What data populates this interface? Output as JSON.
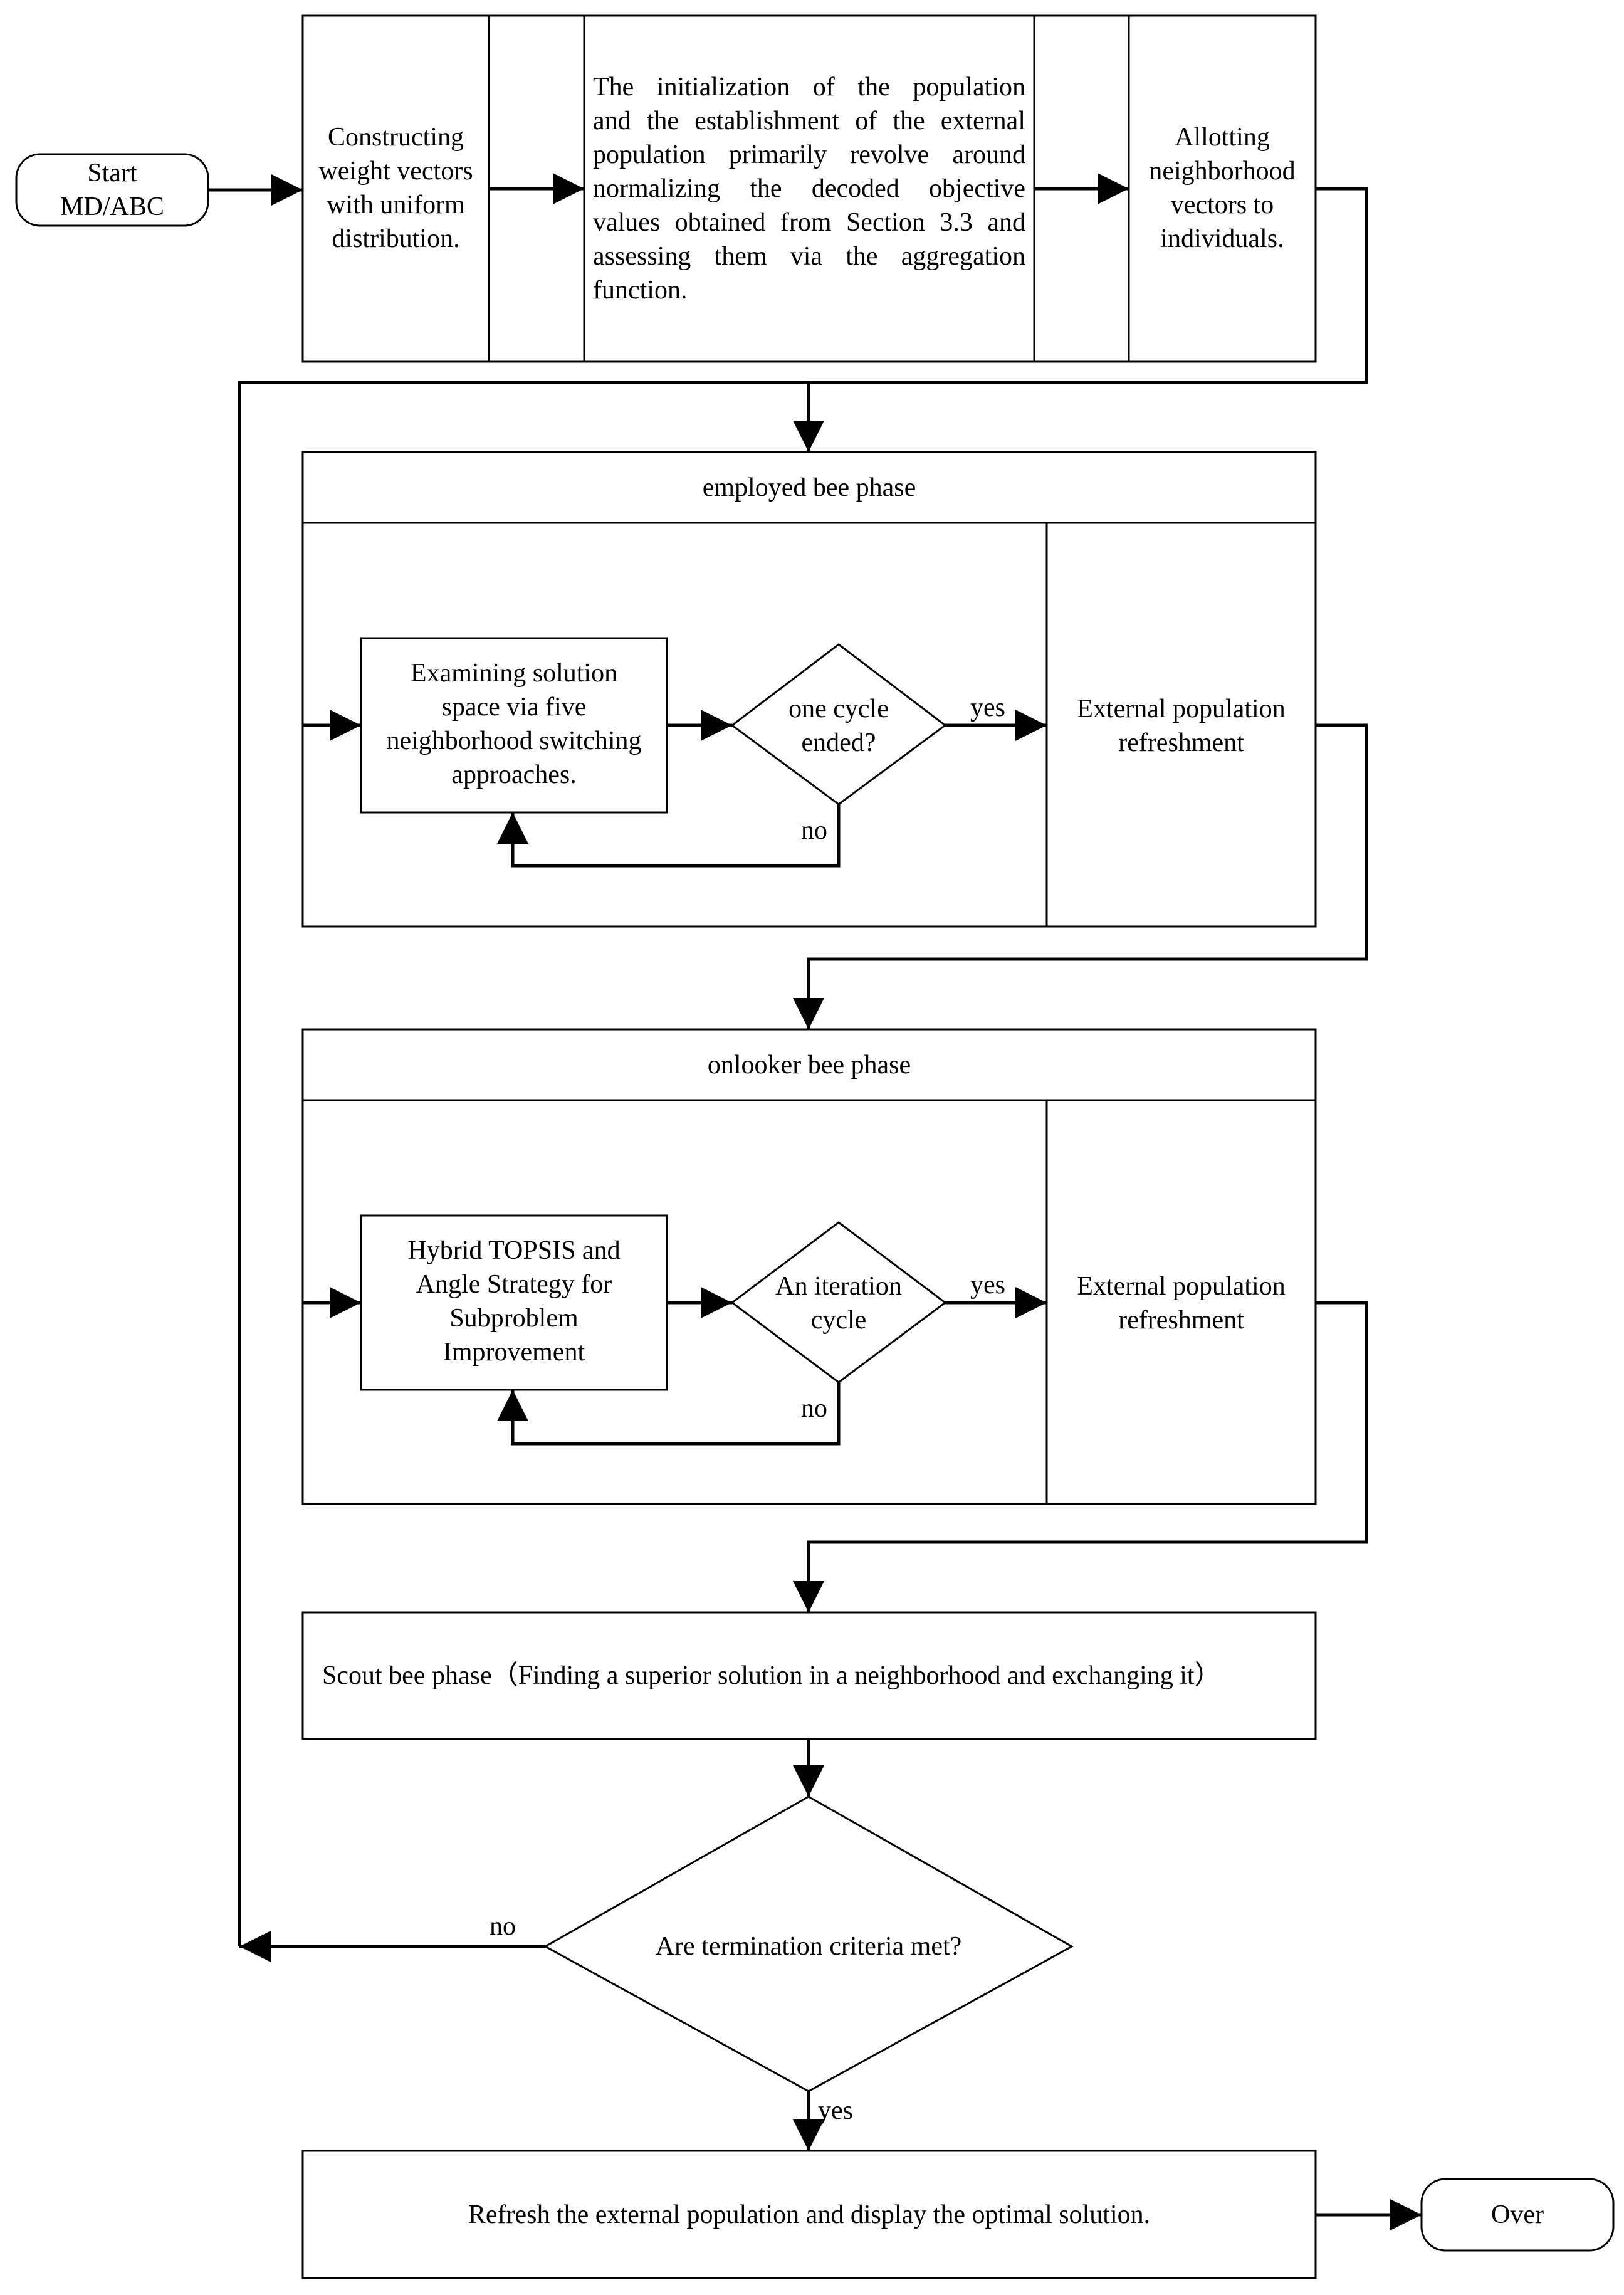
{
  "start": [
    "Start",
    "MD/ABC"
  ],
  "init": {
    "weights": [
      "Constructing",
      "weight vectors",
      "with uniform",
      "distribution."
    ],
    "population": [
      "The initialization of the population",
      "and the establishment of the external",
      "population primarily revolve around",
      "normalizing the decoded objective",
      "values obtained from Section 3.3 and",
      "assessing them via the aggregation",
      "function."
    ],
    "neighbors": [
      "Allotting",
      "neighborhood",
      "vectors to",
      "individuals."
    ]
  },
  "employed": {
    "title": "employed bee phase",
    "process": [
      "Examining solution",
      "space via five",
      "neighborhood switching",
      "approaches."
    ],
    "decision": [
      "one cycle",
      "ended?"
    ],
    "yes": "yes",
    "no": "no",
    "refresh": [
      "External population",
      "refreshment"
    ]
  },
  "onlooker": {
    "title": "onlooker bee phase",
    "process": [
      "Hybrid TOPSIS and",
      "Angle Strategy for",
      "Subproblem",
      "Improvement"
    ],
    "decision": [
      "An iteration",
      "cycle"
    ],
    "yes": "yes",
    "no": "no",
    "refresh": [
      "External population",
      "refreshment"
    ]
  },
  "scout": "Scout bee phase（Finding a superior solution in a neighborhood and exchanging it）",
  "termination": {
    "question": "Are termination criteria met?",
    "no": "no",
    "yes": "yes"
  },
  "final": "Refresh the external population and display the optimal solution.",
  "end": "Over"
}
